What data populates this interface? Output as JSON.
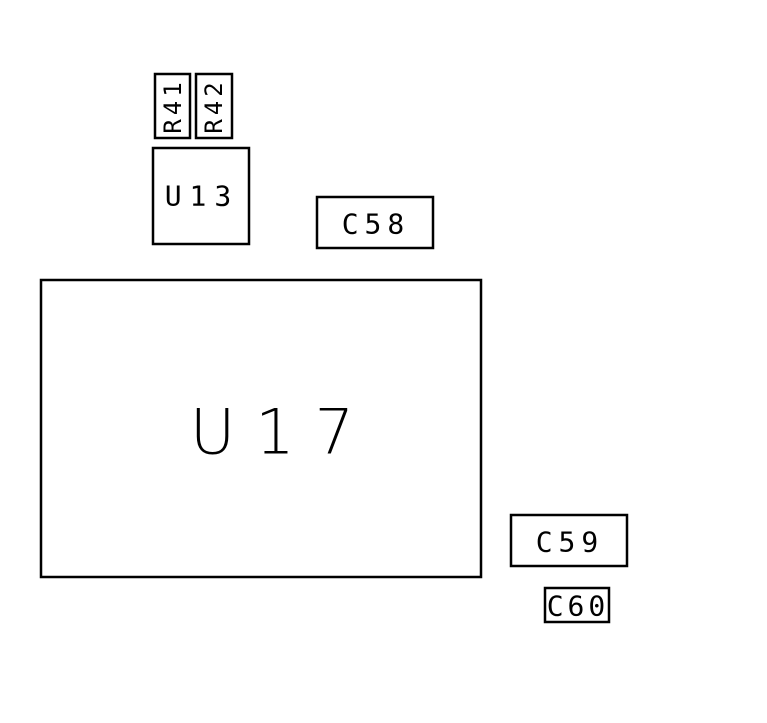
{
  "components": [
    {
      "id": "r41",
      "ref": "R41"
    },
    {
      "id": "r42",
      "ref": "R42"
    },
    {
      "id": "u13",
      "ref": "U13"
    },
    {
      "id": "c58",
      "ref": "C58"
    },
    {
      "id": "u17",
      "ref": "U17"
    },
    {
      "id": "c59",
      "ref": "C59"
    },
    {
      "id": "c60",
      "ref": "C60"
    }
  ]
}
